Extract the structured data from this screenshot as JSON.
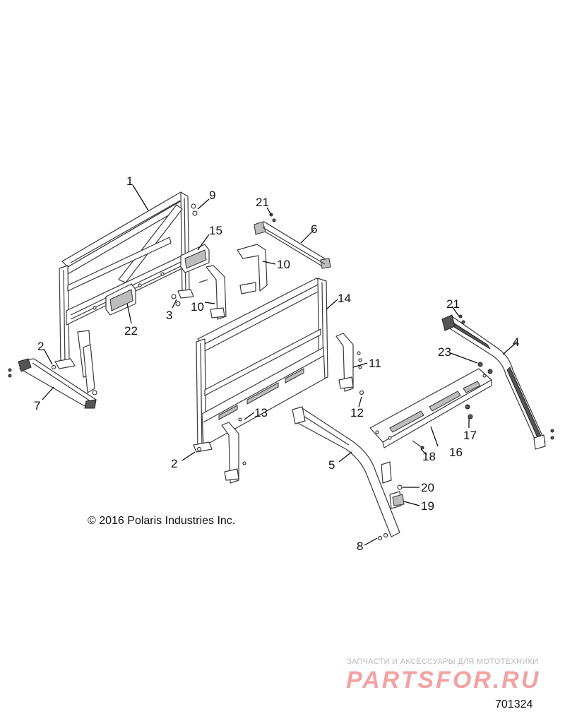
{
  "diagram": {
    "callouts": [
      "1",
      "2",
      "3",
      "4",
      "5",
      "6",
      "7",
      "8",
      "9",
      "10",
      "11",
      "12",
      "13",
      "14",
      "15",
      "16",
      "17",
      "18",
      "19",
      "20",
      "21",
      "22",
      "23"
    ],
    "copyright": "© 2016 Polaris Industries Inc.",
    "diagram_number": "701324"
  },
  "watermark": {
    "caption": "ЗАПЧАСТИ И АКСЕССУАРЫ ДЛЯ МОТОТЕХНИКИ",
    "logo": "PARTSFOR.RU"
  }
}
